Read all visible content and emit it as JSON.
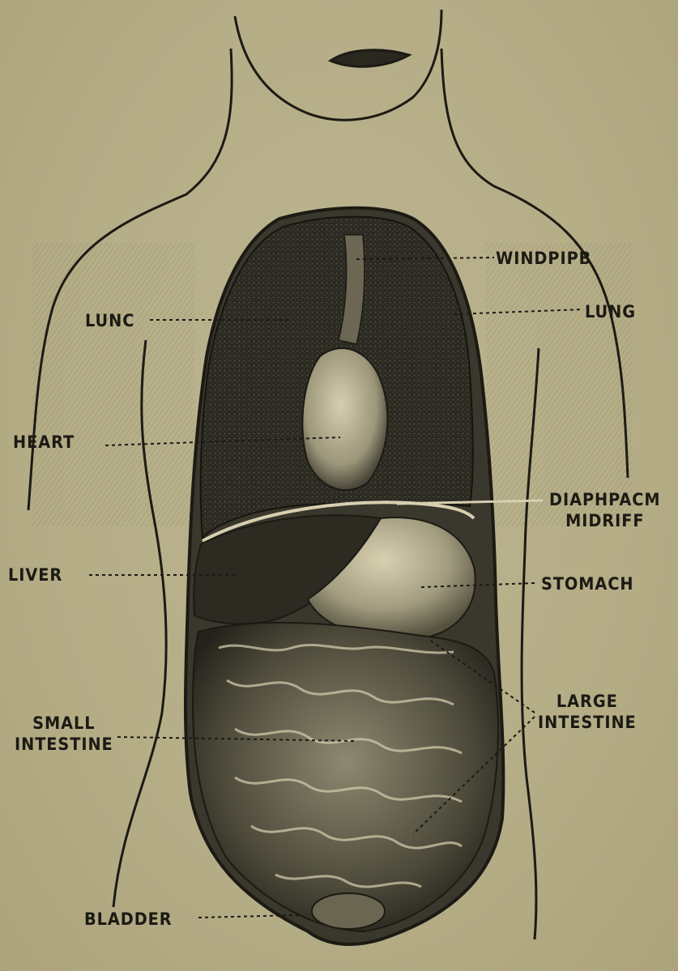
{
  "labels": {
    "windpipe": "WINDPIPB",
    "lung_left": "LUNC",
    "lung_right": "LUNG",
    "heart": "HEART",
    "diaphragm_line1": "DIAPHPACM",
    "diaphragm_line2": "MIDRIFF",
    "liver": "LIVER",
    "stomach": "STOMACH",
    "large_intestine_line1": "LARGE",
    "large_intestine_line2": "INTESTINE",
    "small_intestine_line1": "SMALL",
    "small_intestine_line2": "INTESTINE",
    "bladder": "BLADDER"
  },
  "colors": {
    "paper": "#b8b08a",
    "ink": "#1c1a14",
    "organ_dark": "#2a2820",
    "organ_mid": "#6e6a55",
    "organ_light": "#cfc8a8"
  }
}
